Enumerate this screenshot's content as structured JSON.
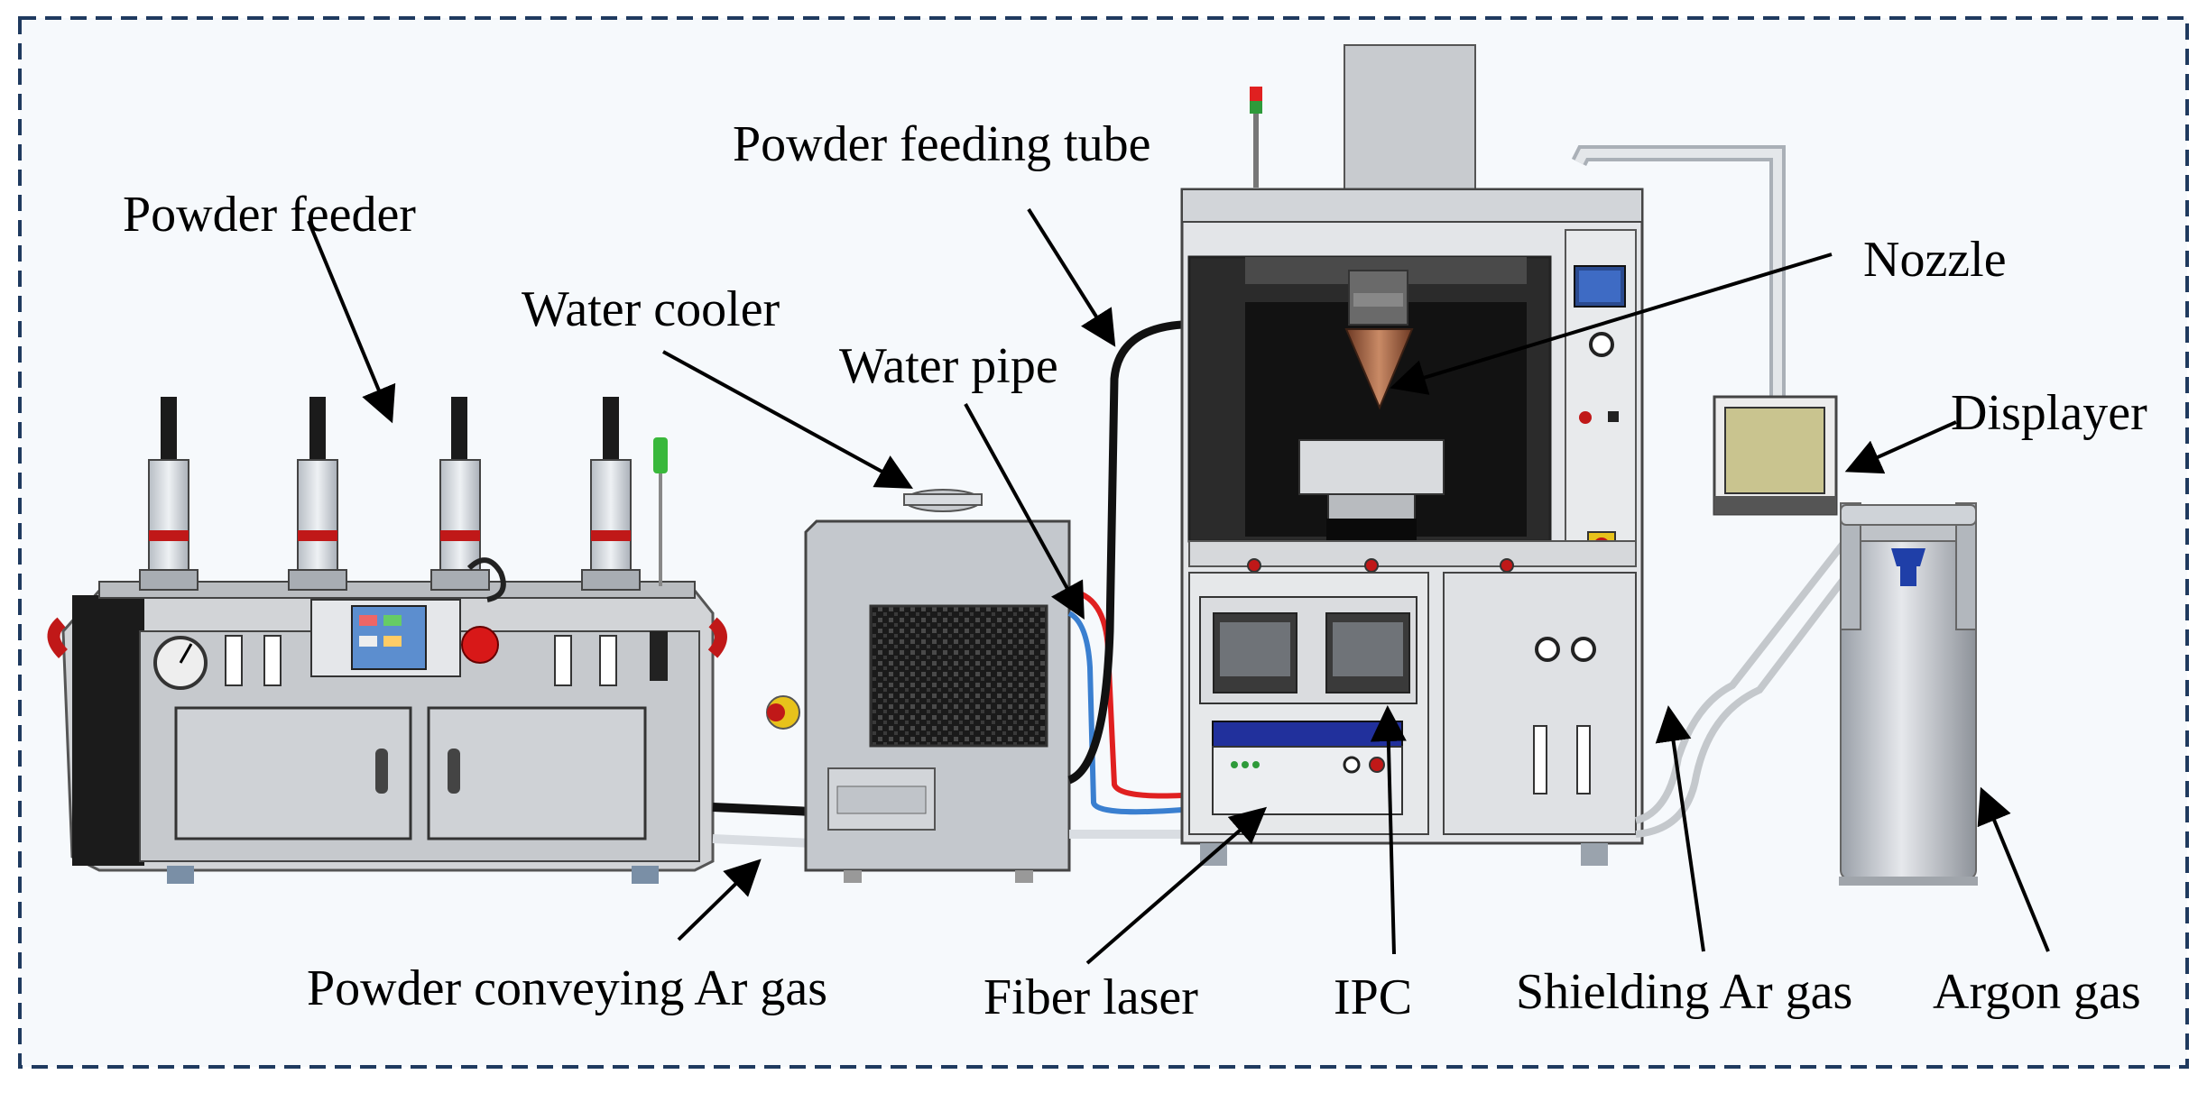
{
  "labels": {
    "powder_feeder": "Powder feeder",
    "water_cooler": "Water cooler",
    "water_pipe": "Water pipe",
    "powder_feeding_tube": "Powder feeding tube",
    "nozzle": "Nozzle",
    "displayer": "Displayer",
    "powder_conveying_ar_gas": "Powder conveying Ar gas",
    "fiber_laser": "Fiber laser",
    "ipc": "IPC",
    "shielding_ar_gas": "Shielding Ar gas",
    "argon_gas": "Argon gas"
  },
  "colors": {
    "frame_border": "#1f3a5f",
    "background": "#f6f9fc",
    "machine_grey": "#c8cbcf",
    "dark_panel": "#2a2a2a",
    "water_red": "#e02020",
    "water_blue": "#3a7fd0",
    "nozzle_copper": "#9c5a3c",
    "cylinder_grey": "#b8bcc2",
    "valve_blue": "#1f3fa8",
    "screen_olive": "#c9c48f"
  }
}
